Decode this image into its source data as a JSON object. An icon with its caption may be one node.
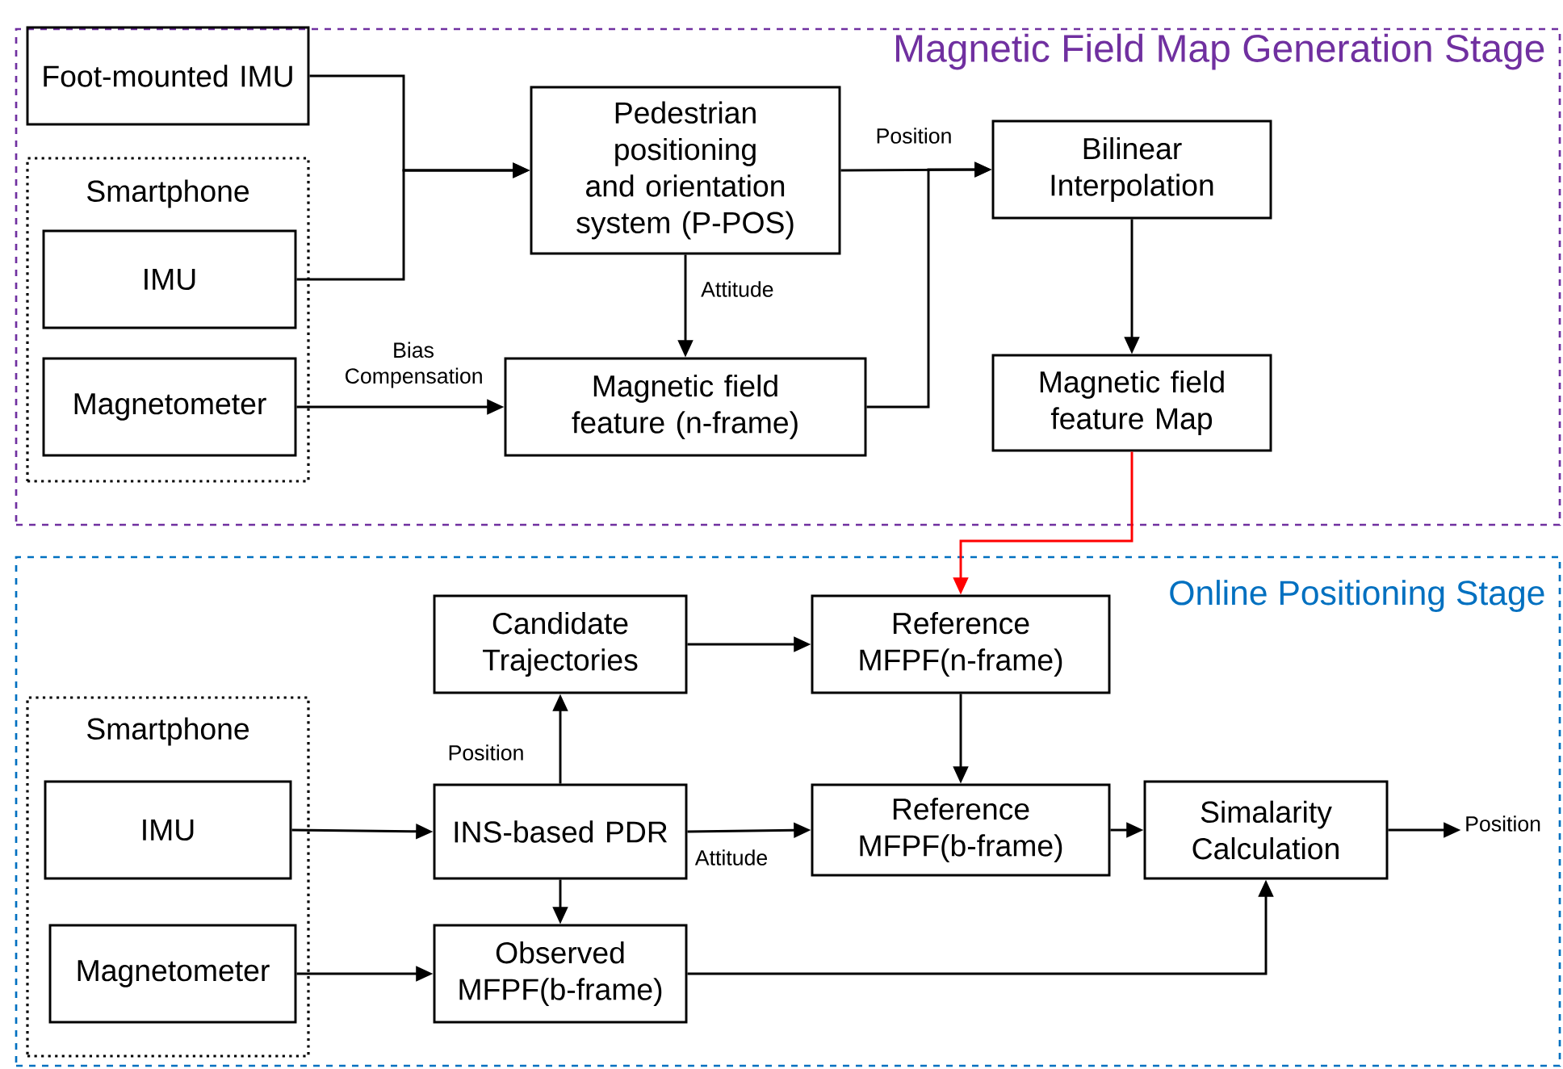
{
  "diagram": {
    "nodes": [
      {
        "text": [
          "Magnetic Field Map Generation Stage"
        ]
      },
      {
        "text": [
          "Foot-mounted IMU"
        ],
        "in": 0
      },
      {
        "text": [
          "Smartphone"
        ],
        "in": 0
      },
      {
        "text": [
          "IMU"
        ],
        "in": 2
      },
      {
        "text": [
          "Magnetometer"
        ],
        "in": 2
      },
      {
        "text": [
          "Pedestrian positioning and orientation system (P-POS)"
        ],
        "in": 0
      },
      {
        "text": [
          "Magnetic field feature (n-frame)"
        ],
        "in": 0
      },
      {
        "text": [
          "Bilinear Interpolation"
        ],
        "in": 0
      },
      {
        "text": [
          "Magnetic field feature Map"
        ],
        "in": 0
      },
      {
        "text": [
          "Online Positioning Stage"
        ]
      },
      {
        "text": [
          "Candidate Trajectories"
        ],
        "in": 9
      },
      {
        "text": [
          "Reference MFPF(n-frame)"
        ],
        "in": 9
      },
      {
        "text": [
          "Smartphone"
        ],
        "in": 9
      },
      {
        "text": [
          "IMU"
        ],
        "in": 12
      },
      {
        "text": [
          "Magnetometer"
        ],
        "in": 12
      },
      {
        "text": [
          "INS-based PDR"
        ],
        "in": 9
      },
      {
        "text": [
          "Reference MFPF(b-frame)"
        ],
        "in": 9
      },
      {
        "text": [
          "Simalarity Calculation"
        ],
        "in": 9
      },
      {
        "text": [
          "Observed MFPF(b-frame)"
        ],
        "in": 9
      }
    ],
    "edges": [
      {
        "from": 1,
        "to": 5,
        "arrow": "to"
      },
      {
        "from": 3,
        "to": 5,
        "arrow": "to"
      },
      {
        "from": 5,
        "to": 7,
        "arrow": "to",
        "label": "Position"
      },
      {
        "from": 6,
        "to": 7,
        "arrow": "to"
      },
      {
        "from": 5,
        "to": 6,
        "arrow": "to",
        "label": "Attitude"
      },
      {
        "from": 4,
        "to": 6,
        "arrow": "to",
        "label": "Bias Compensation"
      },
      {
        "from": 7,
        "to": 8,
        "arrow": "to"
      },
      {
        "from": 8,
        "to": 11,
        "arrow": "to",
        "color": "#ff0000"
      },
      {
        "from": 10,
        "to": 11,
        "arrow": "to"
      },
      {
        "from": 11,
        "to": 16,
        "arrow": "to"
      },
      {
        "from": 15,
        "to": 10,
        "arrow": "to",
        "label": "Position"
      },
      {
        "from": 15,
        "to": 16,
        "arrow": "to",
        "label": "Attitude"
      },
      {
        "from": 15,
        "to": 18,
        "arrow": "to"
      },
      {
        "from": 13,
        "to": 15,
        "arrow": "to"
      },
      {
        "from": 14,
        "to": 18,
        "arrow": "to"
      },
      {
        "from": 16,
        "to": 17,
        "arrow": "to"
      },
      {
        "from": 18,
        "to": 17,
        "arrow": "to"
      },
      {
        "from": 17,
        "to": null,
        "arrow": "to",
        "label": "Position"
      }
    ]
  }
}
